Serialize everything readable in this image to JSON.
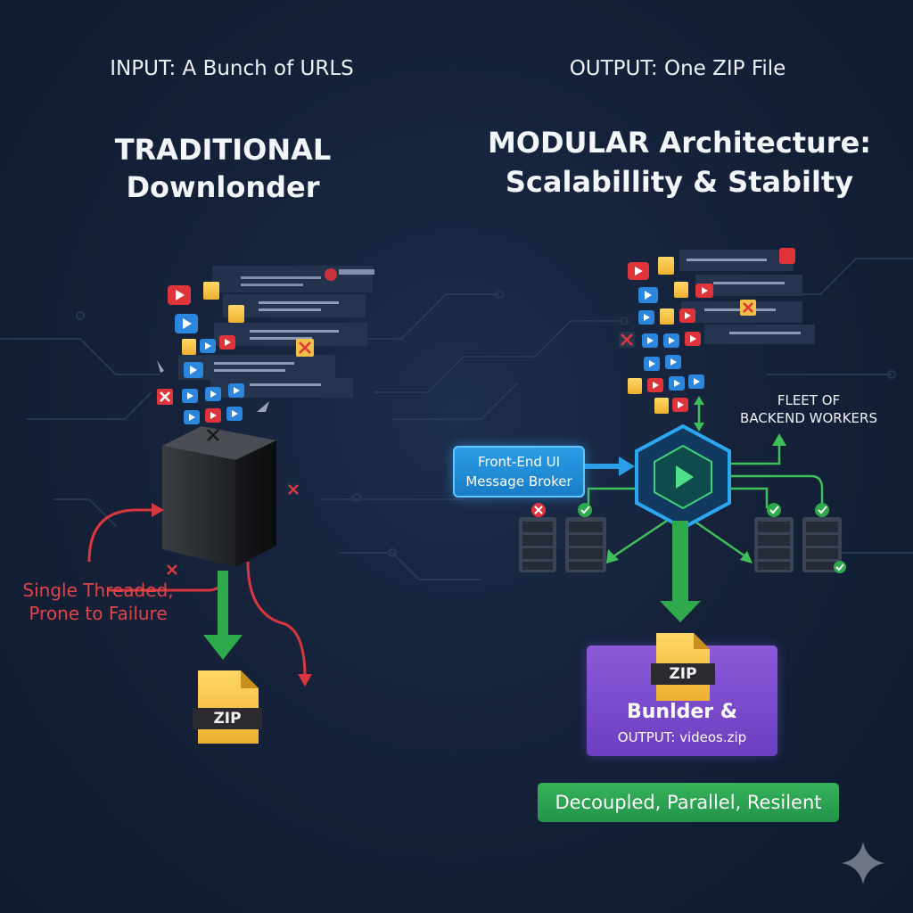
{
  "left": {
    "input_label": "INPUT: A Bunch of URLS",
    "title_line1": "TRADITIONAL",
    "title_line2": "Downlonder",
    "failure_line1": "Single Threaded,",
    "failure_line2": "Prone to Failure",
    "zip_label": "ZIP"
  },
  "right": {
    "output_label": "OUTPUT: One ZIP File",
    "title_line1": "MODULAR Architecture:",
    "title_line2": "Scalabillity & Stabilty",
    "ui_box_line1": "Front-End UI",
    "ui_box_line2": "Message Broker",
    "fleet_line1": "FLEET OF",
    "fleet_line2": "BACKEND WORKERS",
    "zip_label": "ZIP",
    "bundler_title": "Bunlder &",
    "bundler_sub": "OUTPUT: videos.zip",
    "tagline": "Decoupled, Parallel, Resilent"
  },
  "colors": {
    "background": "#15223a",
    "red_accent": "#e0444b",
    "green_accent": "#3fbf5a",
    "blue_accent": "#2a9ee6",
    "purple_accent": "#7a4cce",
    "zip_yellow": "#f5c242"
  },
  "icons": [
    "youtube-play-icon",
    "video-play-icon",
    "zip-folder-icon",
    "error-x-icon",
    "success-check-icon",
    "server-rack-icon",
    "broker-hexagon-icon",
    "sparkle-icon"
  ]
}
